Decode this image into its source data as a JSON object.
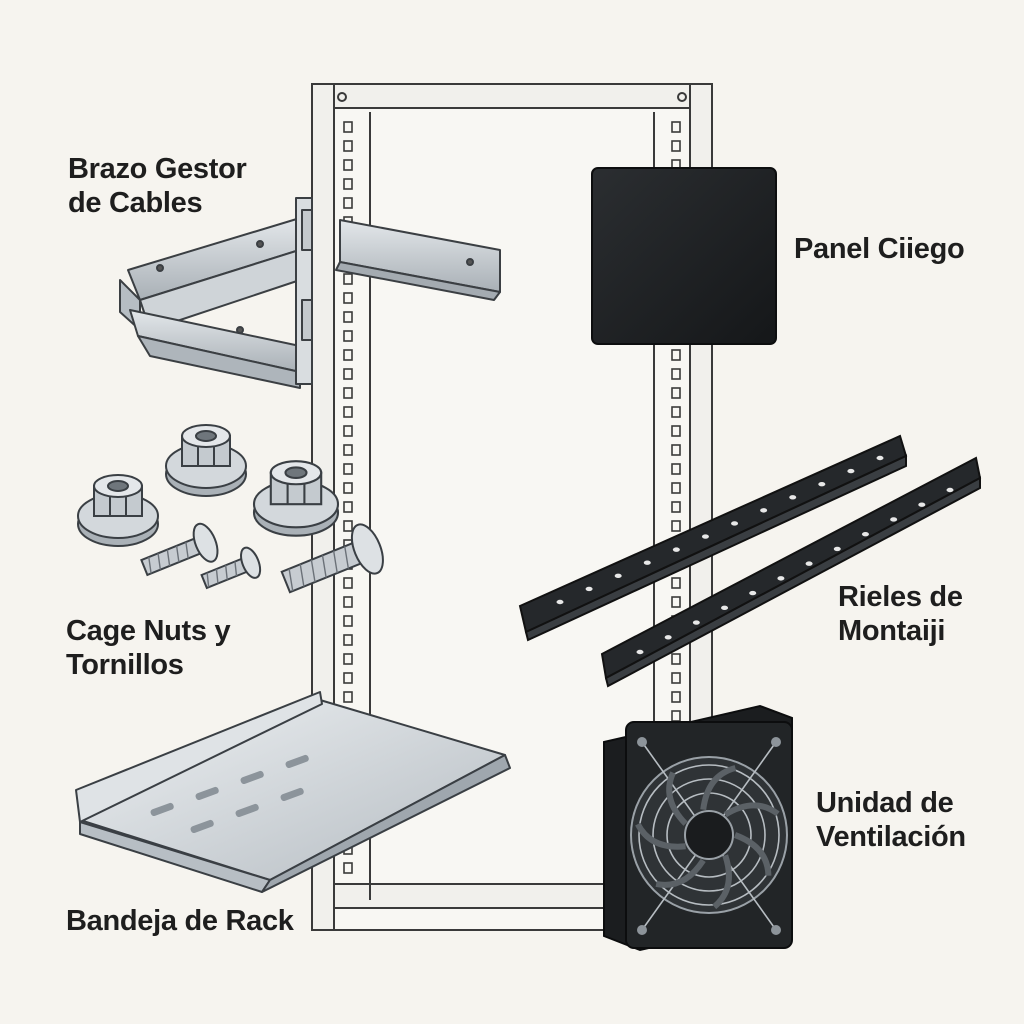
{
  "labels": {
    "cable_arm": [
      "Brazo Gestor",
      "de Cables"
    ],
    "blank_panel": [
      "Panel Ciiego"
    ],
    "cage_nuts": [
      "Cage Nuts y",
      "Tornillos"
    ],
    "rails": [
      "Rieles de",
      "Montaiji"
    ],
    "fan_unit": [
      "Unidad de",
      "Ventilación"
    ],
    "rack_tray": [
      "Bandeja de Rack"
    ]
  },
  "colors": {
    "background": "#f6f4ef",
    "ink": "#1e1e1e",
    "metal": "#c9ced3",
    "dark_part": "#1f2224"
  },
  "icons": [
    "rack-frame-icon",
    "cable-arm-icon",
    "blank-panel-icon",
    "cage-nut-icon",
    "screw-icon",
    "mounting-rail-icon",
    "fan-unit-icon",
    "rack-tray-icon"
  ]
}
